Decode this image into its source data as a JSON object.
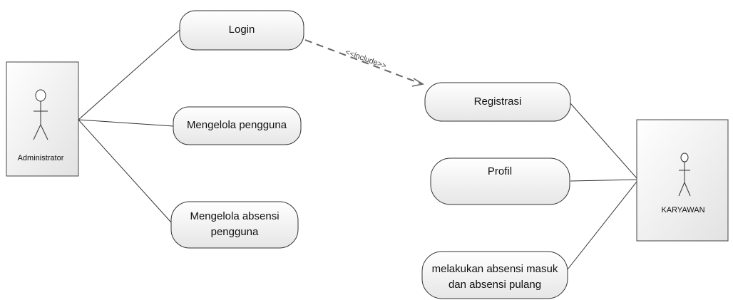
{
  "actors": {
    "admin": {
      "name": "Administrator"
    },
    "employee": {
      "name": "KARYAWAN"
    }
  },
  "use_cases": {
    "login": {
      "lines": [
        "Login"
      ]
    },
    "manage_users": {
      "lines": [
        "Mengelola pengguna"
      ]
    },
    "manage_attendance": {
      "lines": [
        "Mengelola absensi",
        "pengguna"
      ]
    },
    "registration": {
      "lines": [
        "Registrasi"
      ]
    },
    "profile": {
      "lines": [
        "Profil"
      ]
    },
    "attendance": {
      "lines": [
        "melakukan absensi masuk",
        "dan absensi  pulang"
      ]
    }
  },
  "relations": {
    "include_label": "<<include>>"
  }
}
